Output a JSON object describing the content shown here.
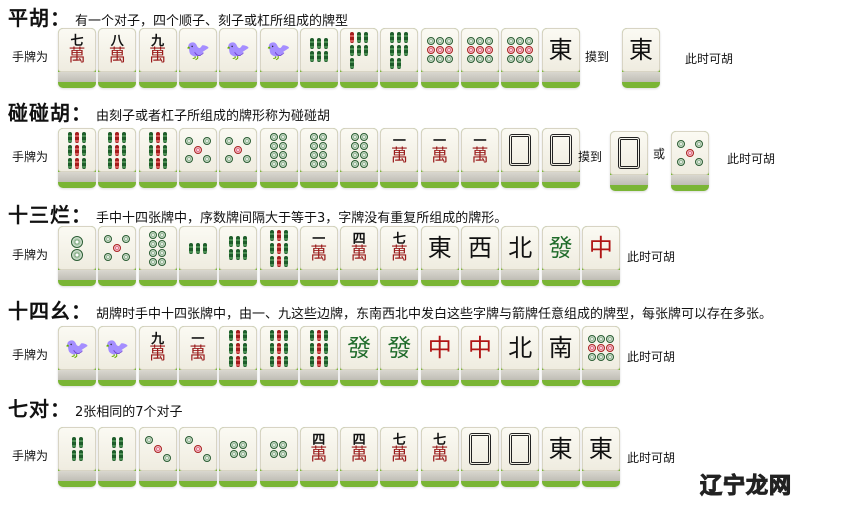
{
  "sections": [
    {
      "name": "平胡",
      "colon": "：",
      "desc": "有一个对子，四个顺子、刻子或杠所组成的牌型",
      "hand_label": "手牌为",
      "tiles": [
        "七萬",
        "八萬",
        "九萬",
        "一條",
        "一條",
        "一條",
        "六條",
        "七條",
        "八條",
        "九筒",
        "九筒",
        "九筒",
        "東"
      ],
      "draw_label": "摸到",
      "draw_tiles": [
        "東"
      ],
      "or_label": "",
      "result": "此时可胡"
    },
    {
      "name": "碰碰胡",
      "colon": "：",
      "desc": "由刻子或者杠子所组成的牌形称为碰碰胡",
      "hand_label": "手牌为",
      "tiles": [
        "九條",
        "九條",
        "九條",
        "五筒",
        "五筒",
        "八筒",
        "八筒",
        "八筒",
        "一萬",
        "一萬",
        "一萬",
        "白",
        "白"
      ],
      "draw_label": "摸到",
      "draw_tiles": [
        "白",
        "五筒"
      ],
      "or_label": "或",
      "result": "此时可胡"
    },
    {
      "name": "十三烂",
      "colon": "：",
      "desc": "手中十四张牌中，序数牌间隔大于等于3，字牌没有重复所组成的牌形。",
      "hand_label": "手牌为",
      "tiles": [
        "二筒",
        "五筒",
        "八筒",
        "三條",
        "六條",
        "九條",
        "一萬",
        "四萬",
        "七萬",
        "東",
        "西",
        "北",
        "發",
        "中"
      ],
      "draw_label": "",
      "draw_tiles": [],
      "or_label": "",
      "result": "此时可胡"
    },
    {
      "name": "十四幺",
      "colon": "：",
      "desc": "胡牌时手中十四张牌中，由一、九这些边牌，东南西北中发白这些字牌与箭牌任意组成的牌型，每张牌可以存在多张。",
      "hand_label": "手牌为",
      "tiles": [
        "一條",
        "一條",
        "九萬",
        "一萬",
        "九條",
        "九條",
        "九條",
        "發",
        "發",
        "中",
        "中",
        "北",
        "南",
        "九筒"
      ],
      "draw_label": "",
      "draw_tiles": [],
      "or_label": "",
      "result": "此时可胡"
    },
    {
      "name": "七对",
      "colon": "：",
      "desc": "2张相同的7个对子",
      "hand_label": "手牌为",
      "tiles": [
        "四條",
        "四條",
        "三筒",
        "三筒",
        "四筒",
        "四筒",
        "四萬",
        "四萬",
        "七萬",
        "七萬",
        "白",
        "白",
        "東",
        "東"
      ],
      "draw_label": "",
      "draw_tiles": [],
      "or_label": "",
      "result": "此时可胡"
    }
  ],
  "watermark": {
    "part1": "辽宁",
    "part2": "龙网"
  },
  "colors": {
    "tile_face": "#f4f1e6",
    "tile_base": "#7ab535",
    "wan_red": "#9a1c1c",
    "dragon_red": "#b01515",
    "dragon_green": "#1f6b2a",
    "watermark_orange": "#e64a19"
  }
}
